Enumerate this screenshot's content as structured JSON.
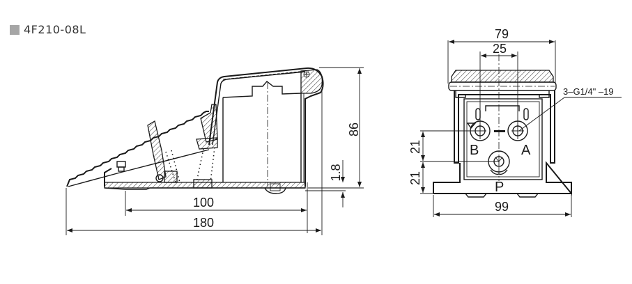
{
  "header": {
    "model": "4F210-08L",
    "marker_color": "#a6a6a6"
  },
  "side_view": {
    "dimensions": {
      "total_length": "180",
      "base_length": "100",
      "height": "86",
      "base_thickness": "1.8"
    }
  },
  "front_view": {
    "dimensions": {
      "top_width": "79",
      "port_spacing": "25",
      "base_width": "99",
      "port_height_upper": "21",
      "port_height_lower": "21"
    },
    "port_note": "3–G1/4\" –19",
    "ports": {
      "a": "A",
      "b": "B",
      "p": "P"
    }
  },
  "colors": {
    "line": "#1a1a1a",
    "background": "#ffffff"
  }
}
